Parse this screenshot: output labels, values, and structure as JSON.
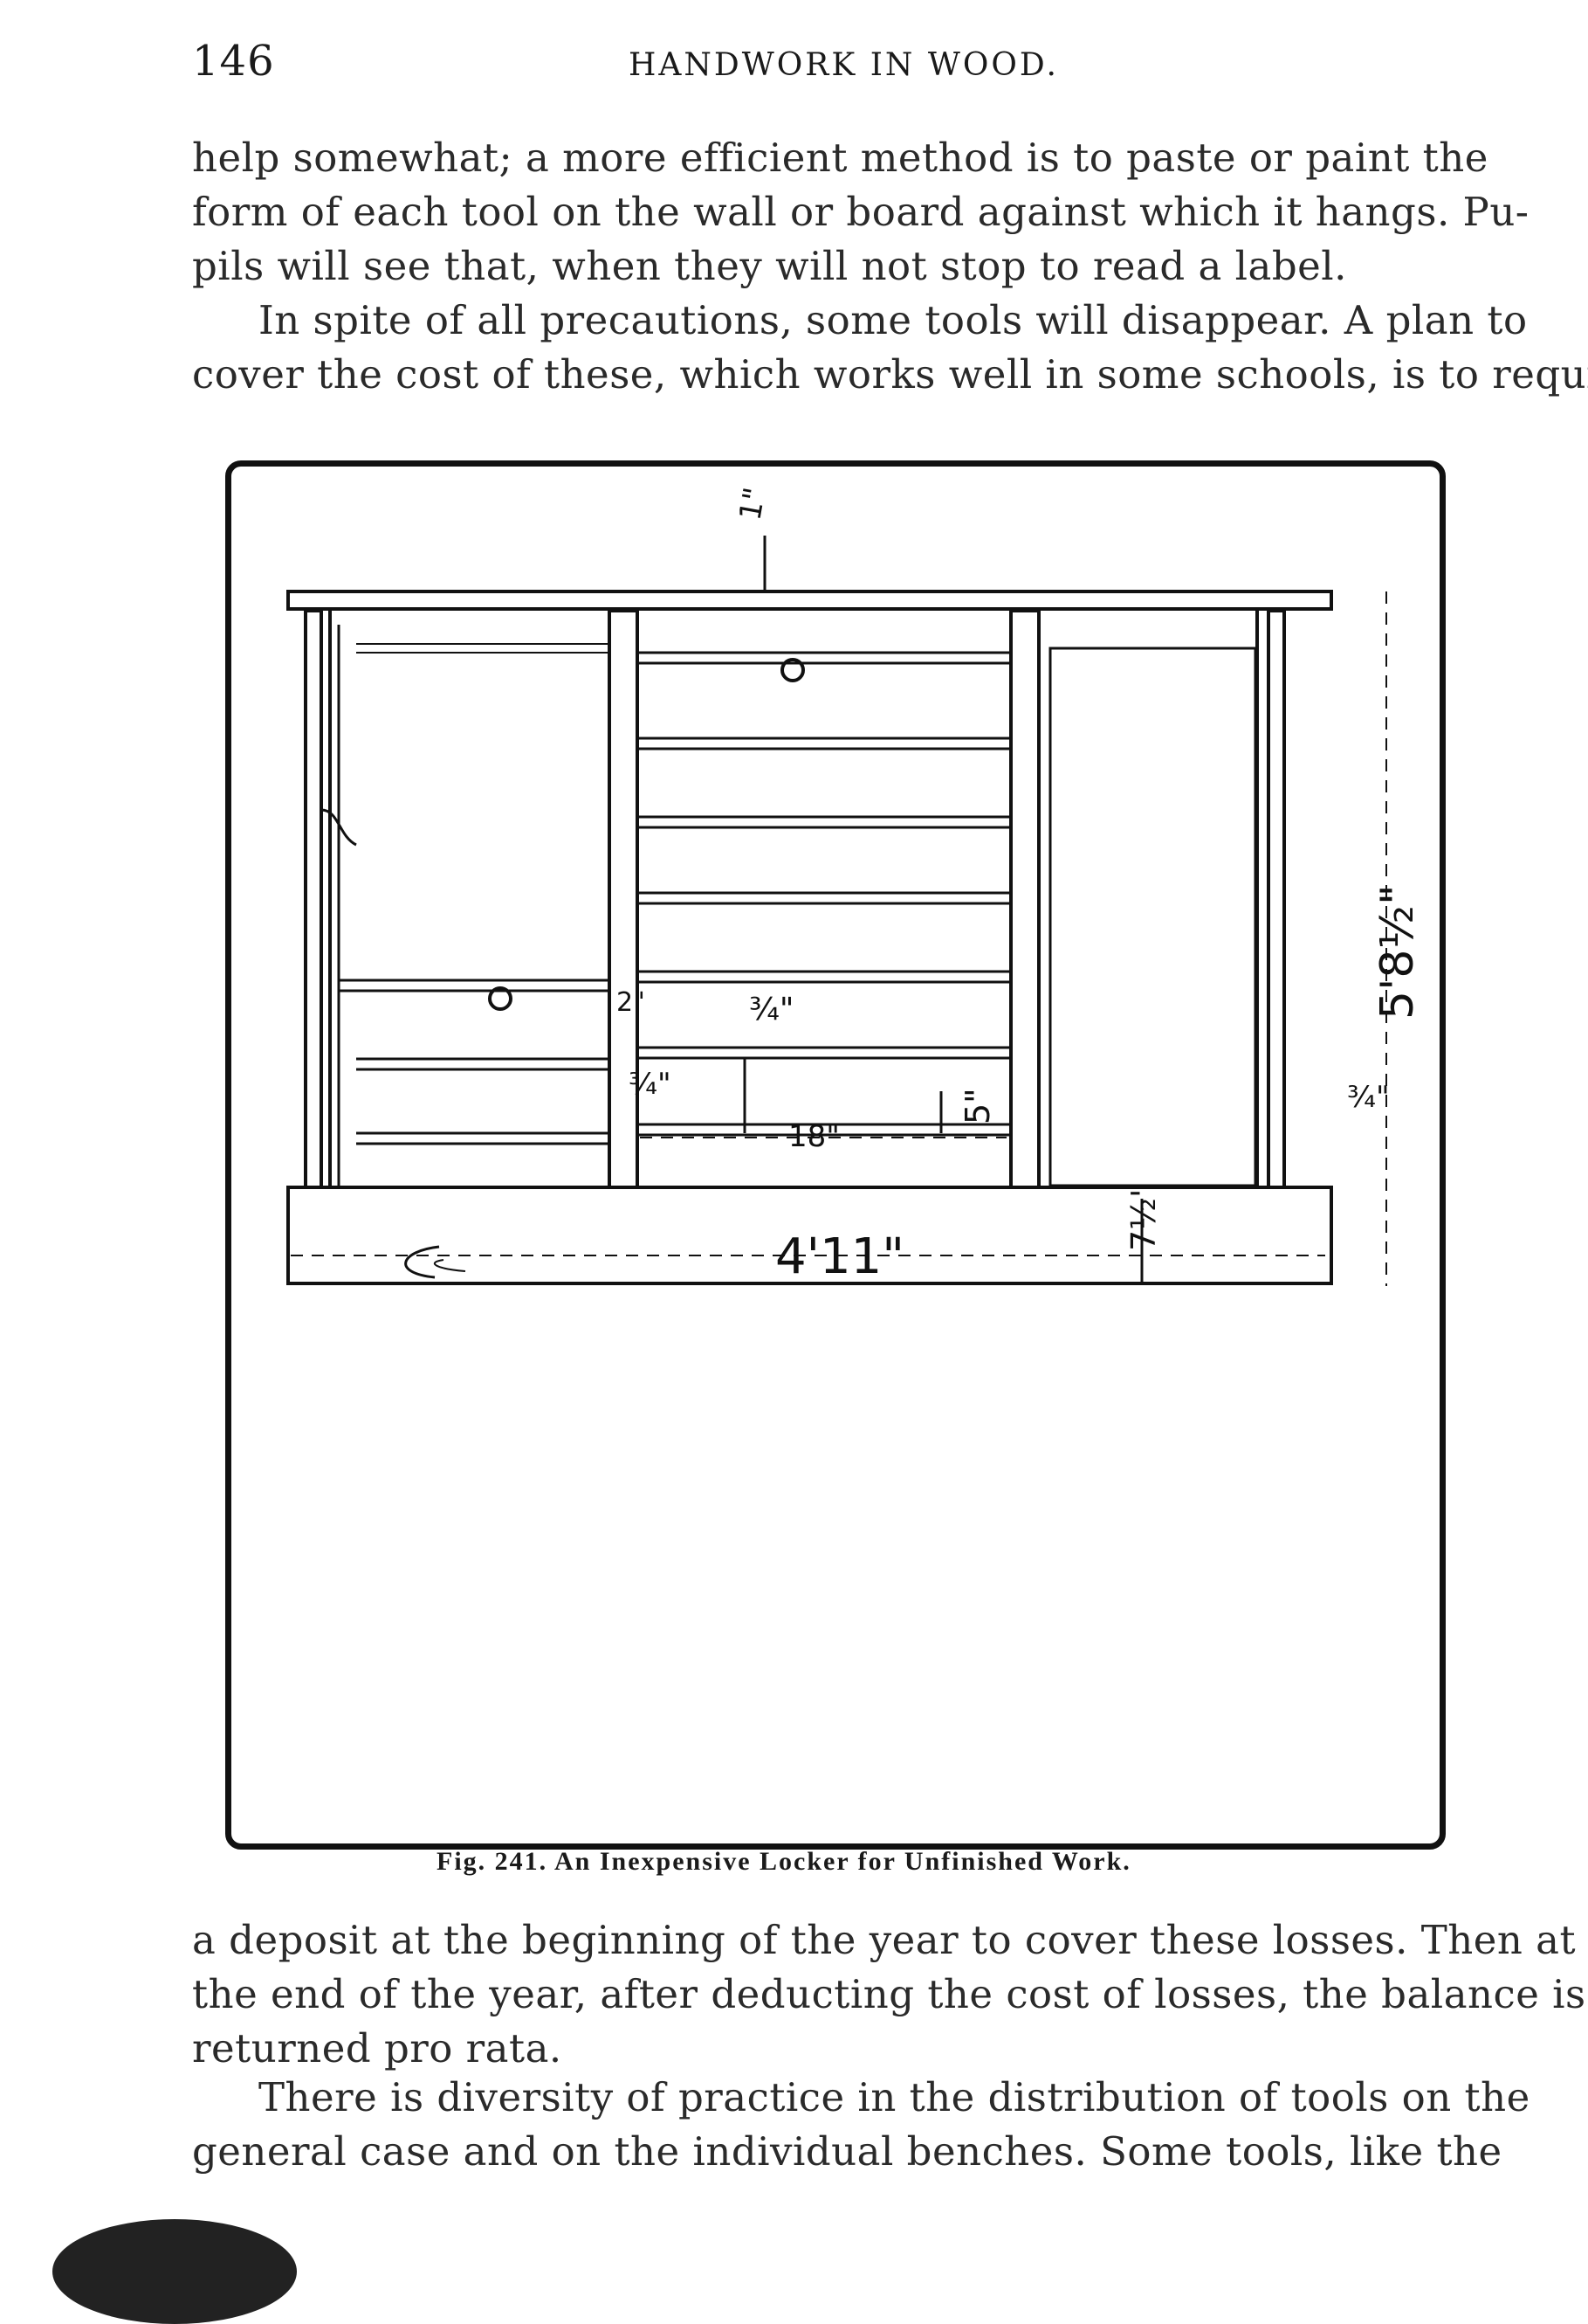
{
  "header": {
    "page_number": "146",
    "running_head": "HANDWORK IN WOOD."
  },
  "paragraphs": {
    "p1": [
      "help somewhat; a more efficient method is to paste or paint the",
      "form of each tool on the wall or board against which it hangs. Pu-",
      "pils will see that, when they will not stop to read a label."
    ],
    "p2": [
      "In spite of all precautions, some tools will disappear. A plan to",
      "cover the cost of these, which works well in some schools, is to require"
    ],
    "p3": [
      "a deposit at the beginning of the year to cover these losses. Then at",
      "the end of the year, after deducting the cost of losses, the balance is",
      "returned pro rata."
    ],
    "p4": [
      "There is diversity of practice in the distribution of tools on the",
      "general case and on the individual benches. Some tools, like the"
    ]
  },
  "figure": {
    "caption": "Fig. 241. An Inexpensive Locker for Unfinished Work.",
    "dimensions": {
      "top_clearance": "1\"",
      "height": "5'8½\"",
      "side_thickness": "¾\"",
      "width": "4'11\"",
      "base_height": "7½\"",
      "shelf_spacing": "5\"",
      "compartment_width": "18\"",
      "upright_width": "2\"",
      "shelf_thickness": "¾\"",
      "upright_thickness": "¾\""
    }
  }
}
